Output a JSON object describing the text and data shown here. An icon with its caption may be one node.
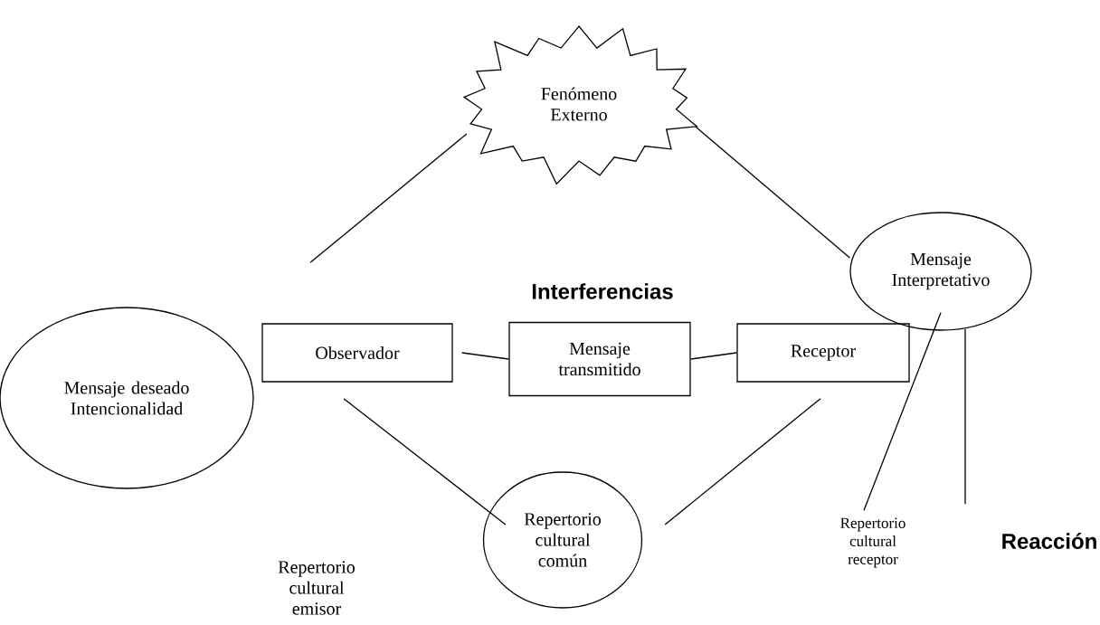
{
  "diagram": {
    "nodes": [
      {
        "text": [
          "Fenómeno Externo"
        ]
      },
      {
        "text": [
          "Mensaje deseado Intencionalidad"
        ]
      },
      {
        "text": [
          "Observador"
        ]
      },
      {
        "text": [
          "Mensaje transmitido"
        ]
      },
      {
        "text": [
          "Receptor"
        ]
      },
      {
        "text": [
          "Mensaje Interpretativo"
        ]
      },
      {
        "text": [
          "Repertorio cultural común"
        ]
      },
      {
        "text": [
          "Repertorio cultural receptor"
        ]
      },
      {
        "text": [
          "Reacción"
        ]
      }
    ],
    "edges": [
      {
        "from": 2,
        "to": 0,
        "arrow": "none"
      },
      {
        "from": 0,
        "to": 5,
        "arrow": "none"
      },
      {
        "from": 2,
        "to": 3,
        "arrow": "none"
      },
      {
        "from": 3,
        "to": 4,
        "arrow": "none"
      },
      {
        "from": 2,
        "to": 6,
        "arrow": "none"
      },
      {
        "from": 4,
        "to": 6,
        "arrow": "none"
      },
      {
        "from": 5,
        "to": 7,
        "arrow": "none"
      },
      {
        "from": 5,
        "to": 8,
        "arrow": "none"
      }
    ],
    "labels": [
      "Interferencias",
      "Repertorio cultural emisor"
    ]
  }
}
